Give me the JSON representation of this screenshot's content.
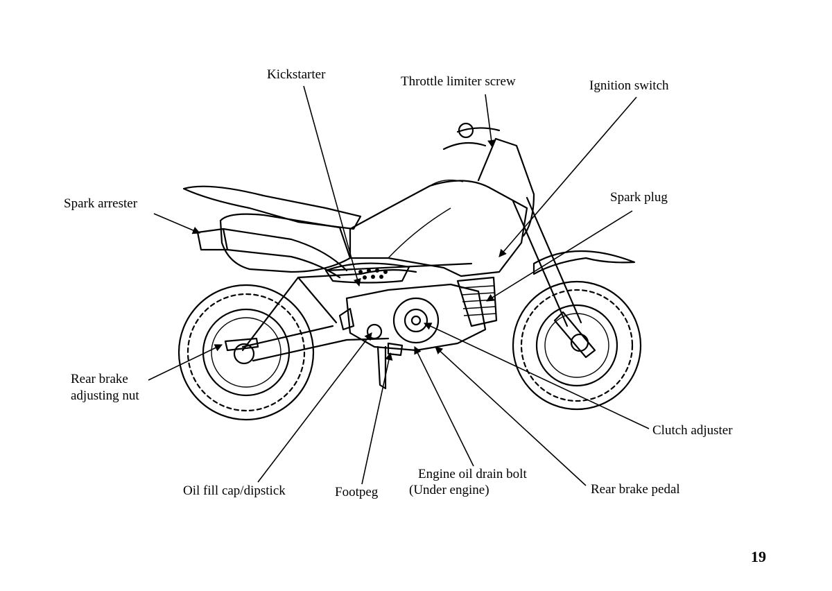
{
  "diagram": {
    "labels": {
      "kickstarter": "Kickstarter",
      "throttle_limiter": "Throttle limiter screw",
      "ignition_switch": "Ignition switch",
      "spark_arrester": "Spark arrester",
      "spark_plug": "Spark plug",
      "rear_brake_adj_1": "Rear brake",
      "rear_brake_adj_2": "adjusting nut",
      "clutch_adjuster": "Clutch adjuster",
      "oil_fill": "Oil fill cap/dipstick",
      "footpeg": "Footpeg",
      "drain_bolt_1": "Engine oil drain bolt",
      "drain_bolt_2": "(Under engine)",
      "rear_brake_pedal": "Rear brake pedal"
    },
    "page_number": "19"
  }
}
